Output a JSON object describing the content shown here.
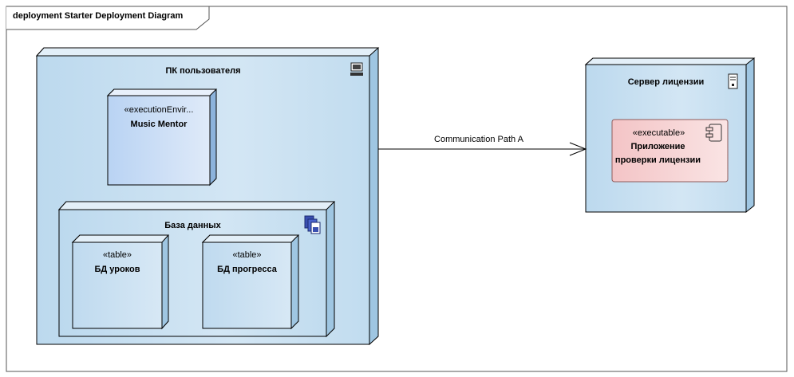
{
  "diagram": {
    "frame_title": "deployment Starter Deployment Diagram",
    "nodes": {
      "user_pc": {
        "name": "ПК пользователя"
      },
      "music_mentor": {
        "stereotype": "«executionEnvir...",
        "name": "Music Mentor"
      },
      "database": {
        "name": "База данных"
      },
      "lessons_table": {
        "stereotype": "«table»",
        "name": "БД уроков"
      },
      "progress_table": {
        "stereotype": "«table»",
        "name": "БД прогресса"
      },
      "license_server": {
        "name": "Сервер лицензии"
      },
      "license_app": {
        "stereotype": "«executable»",
        "name_line1": "Приложение",
        "name_line2": "проверки лицензии"
      }
    },
    "connectors": [
      {
        "label": "Communication Path A"
      }
    ],
    "icons": [
      "computer-icon",
      "database-icon",
      "server-icon",
      "component-icon"
    ],
    "colors": {
      "node_fill": "#c9e1f2",
      "node_stroke": "#000000",
      "exec_env_fill": "#c8dcf5",
      "executable_fill": "#f6cfd0",
      "executable_stroke": "#8e5b5b"
    }
  }
}
